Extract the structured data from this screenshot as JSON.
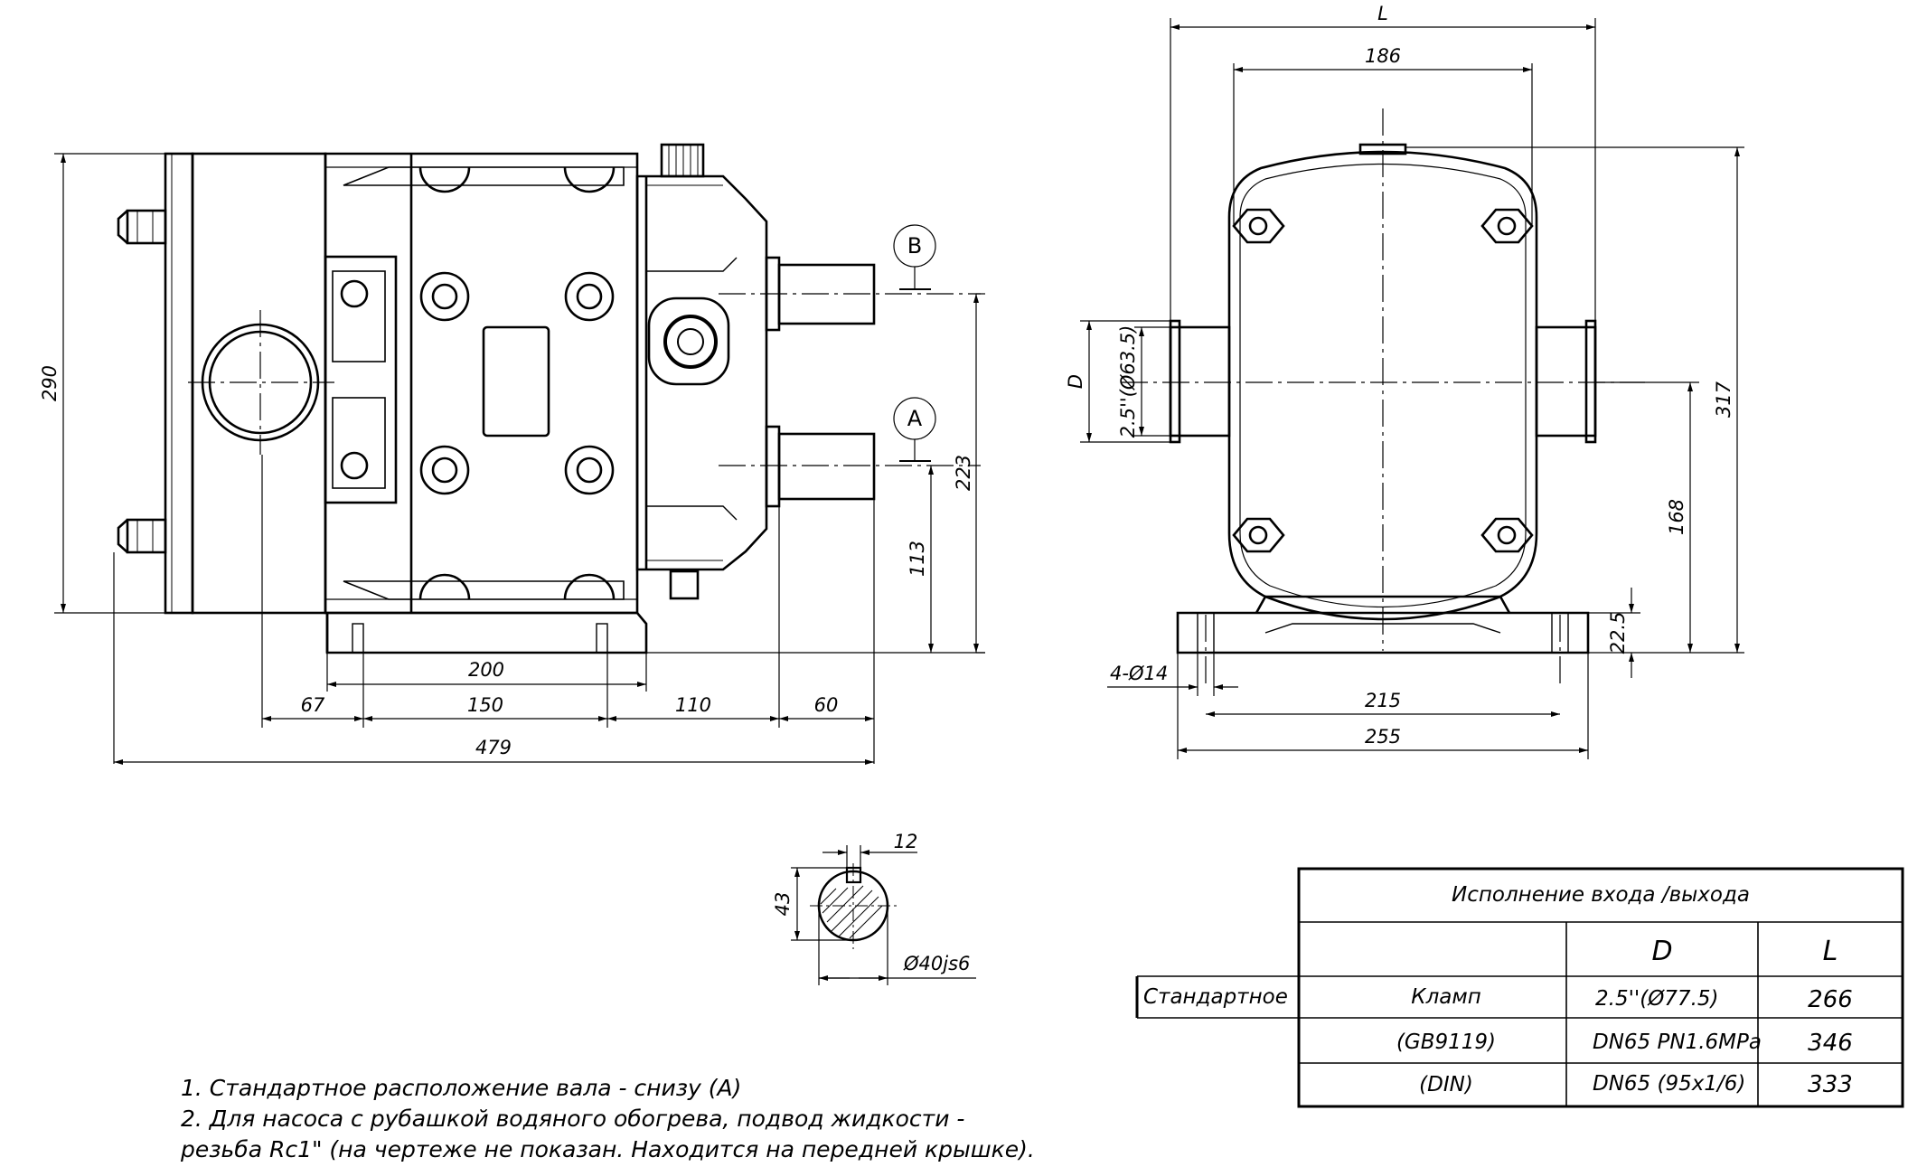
{
  "side_view": {
    "dims": {
      "h290": "290",
      "d223": "223",
      "d113": "113",
      "b200": "200",
      "b67": "67",
      "b150": "150",
      "b110": "110",
      "b60": "60",
      "b479": "479"
    },
    "shaft_labels": {
      "b": "B",
      "a": "A"
    }
  },
  "front_view": {
    "dims": {
      "L": "L",
      "w186": "186",
      "D": "D",
      "bore": "2.5''(Ø63.5)",
      "h317": "317",
      "h168": "168",
      "h22": "22.5",
      "holes": "4-Ø14",
      "w215": "215",
      "w255": "255"
    }
  },
  "shaft_section": {
    "dims": {
      "key": "12",
      "height": "43",
      "diameter": "Ø40js6"
    }
  },
  "table": {
    "title": "Исполнение входа /выхода",
    "col_d": "D",
    "col_l": "L",
    "rows": [
      {
        "name": "Стандартное",
        "conn": "Кламп",
        "d": "2.5''(Ø77.5)",
        "l": "266"
      },
      {
        "name": "",
        "conn": "(GB9119)",
        "d": "DN65 PN1.6MPa",
        "l": "346"
      },
      {
        "name": "",
        "conn": "(DIN)",
        "d": "DN65 (95x1/6)",
        "l": "333"
      }
    ]
  },
  "notes": [
    "1. Стандартное расположение вала - снизу (А)",
    "2. Для насоса с рубашкой водяного обогрева, подвод жидкости -",
    "резьба Rc1\" (на чертеже не показан. Находится на передней крышке)."
  ]
}
